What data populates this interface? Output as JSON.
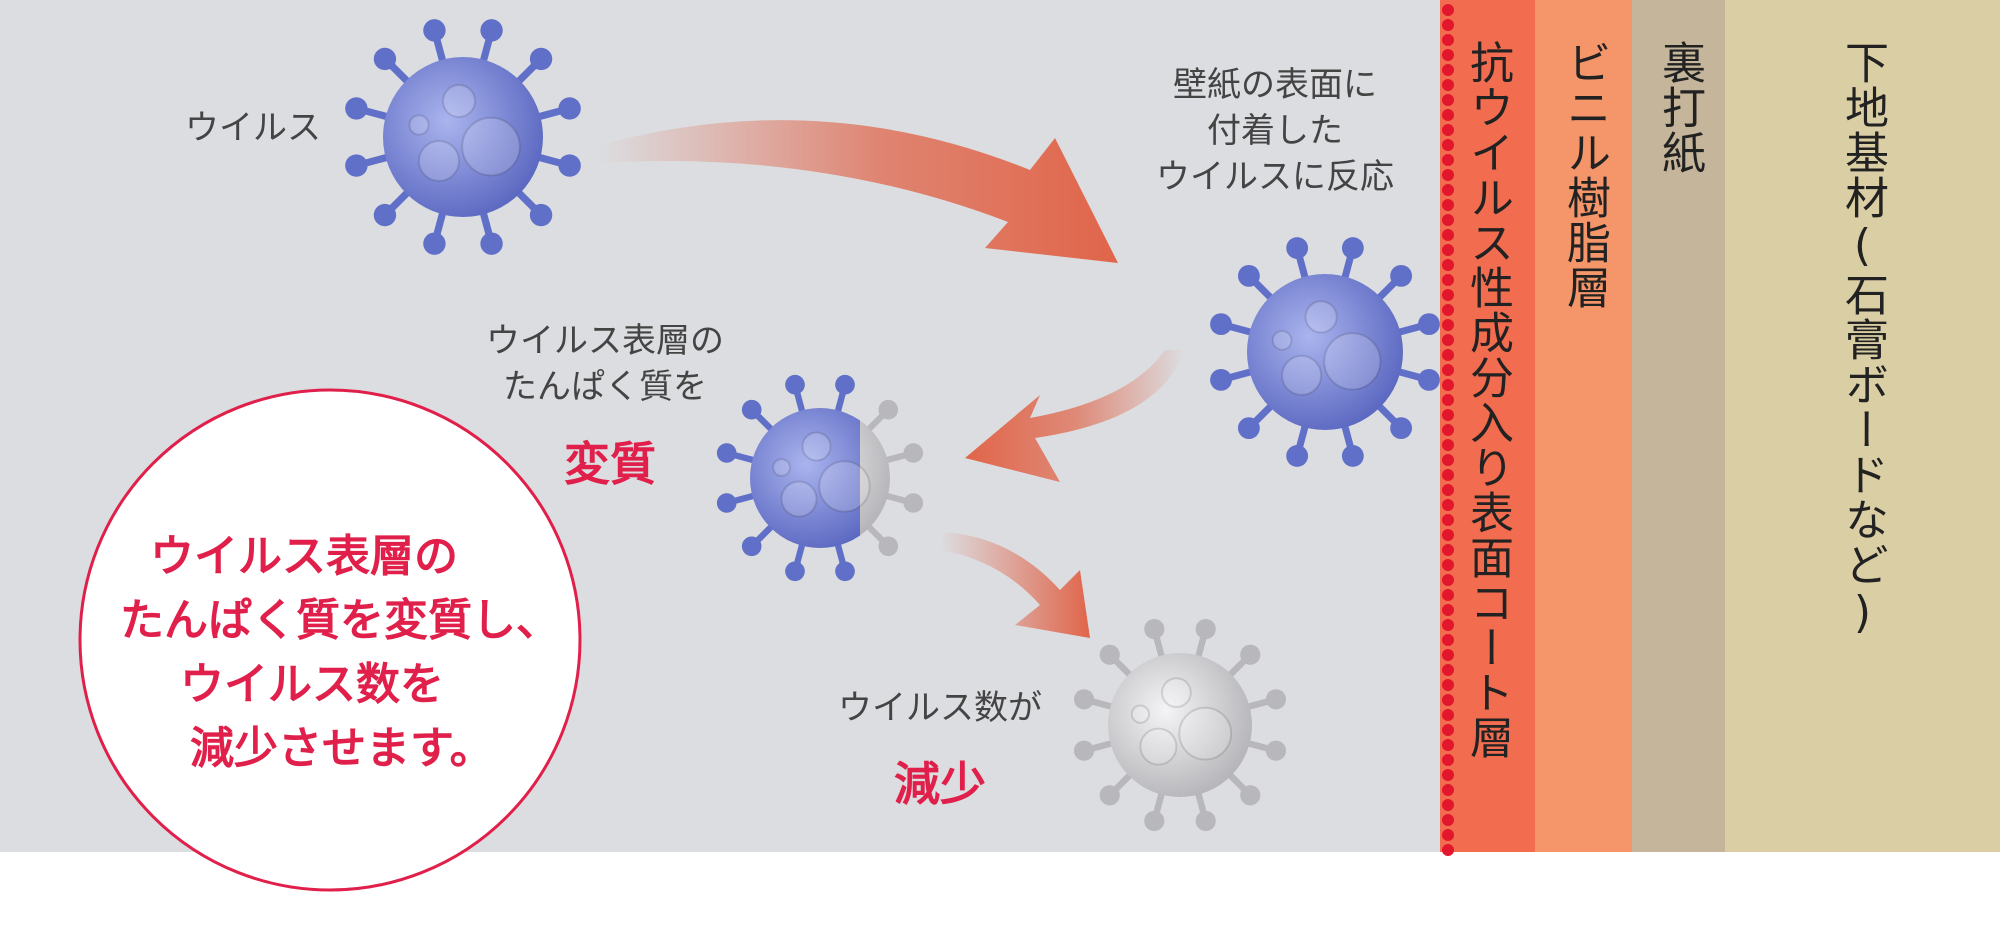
{
  "layers": [
    {
      "label": "抗ウイルス性成分入り表面コート層",
      "color": "#f26c4f"
    },
    {
      "label": "ビニル樹脂層",
      "color": "#f5956a"
    },
    {
      "label": "裏打紙",
      "color": "#c5b59b"
    },
    {
      "label": "下地基材(石膏ボードなど)",
      "color": "#dacea4"
    }
  ],
  "labels": {
    "virus": "ウイルス",
    "react_line1": "壁紙の表面に",
    "react_line2": "付着した",
    "react_line3": "ウイルスに反応",
    "protein_line1": "ウイルス表層の",
    "protein_line2": "たんぱく質を",
    "denature": "変質",
    "count_line": "ウイルス数が",
    "reduce": "減少"
  },
  "summary": {
    "line1": "ウイルス表層の",
    "line2": "たんぱく質を変質し、",
    "line3": "ウイルス数を",
    "line4": "減少させます。"
  },
  "colors": {
    "background": "#dcdde0",
    "accent": "#e0204a",
    "arrow": "#e0654a",
    "virus_blue": "#6f7fcf",
    "virus_gray": "#c4c4c8",
    "coat_dots": "#e2162c"
  },
  "icons": [
    "virus-icon",
    "denatured-virus-icon",
    "reduced-virus-icon",
    "curved-arrow-icon"
  ]
}
